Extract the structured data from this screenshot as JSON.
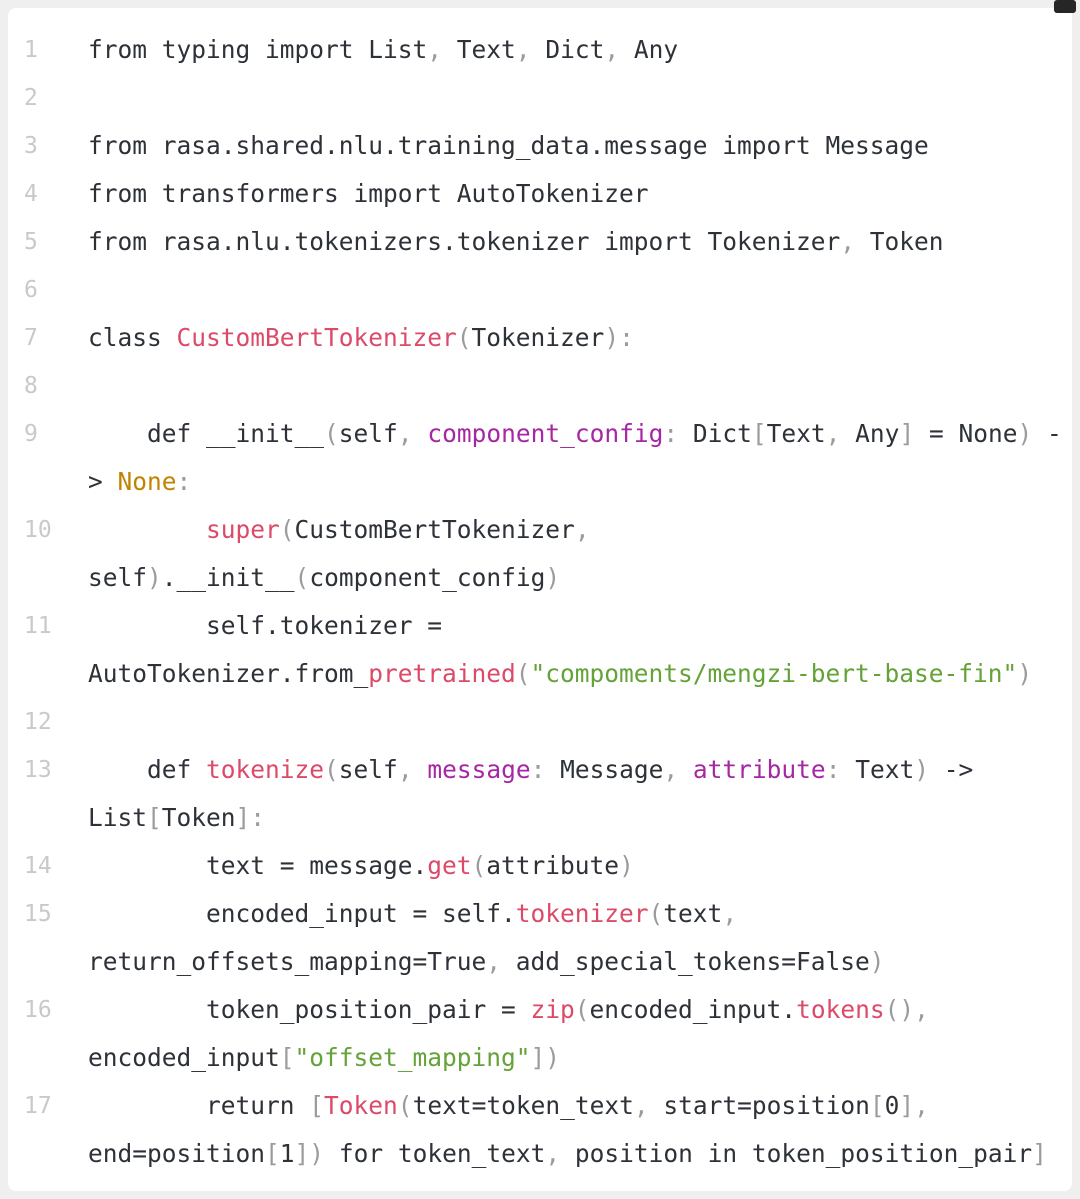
{
  "page": {
    "background": "#efefef",
    "panel_background": "#ffffff"
  },
  "syntax_colors": {
    "plain": "#2d3138",
    "function": "#dd4a68",
    "parameter": "#a626a4",
    "string": "#64a338",
    "punctuation": "#9b9b9b",
    "constant": "#c18401",
    "line_number": "#c9c9c9",
    "corner_marker": "#262626"
  },
  "code": {
    "lines": [
      {
        "num": "1",
        "segments": [
          [
            "plain",
            "from typing import List"
          ],
          [
            "punctuation",
            ","
          ],
          [
            "plain",
            " Text"
          ],
          [
            "punctuation",
            ","
          ],
          [
            "plain",
            " Dict"
          ],
          [
            "punctuation",
            ","
          ],
          [
            "plain",
            " Any"
          ]
        ]
      },
      {
        "num": "2",
        "segments": []
      },
      {
        "num": "3",
        "segments": [
          [
            "plain",
            "from rasa.shared.nlu.training_data.message import Message"
          ]
        ]
      },
      {
        "num": "4",
        "segments": [
          [
            "plain",
            "from transformers import AutoTokenizer"
          ]
        ]
      },
      {
        "num": "5",
        "segments": [
          [
            "plain",
            "from rasa.nlu.tokenizers.tokenizer import Tokenizer"
          ],
          [
            "punctuation",
            ","
          ],
          [
            "plain",
            " Token"
          ]
        ]
      },
      {
        "num": "6",
        "segments": []
      },
      {
        "num": "7",
        "segments": [
          [
            "plain",
            "class "
          ],
          [
            "function",
            "CustomBertTokenizer"
          ],
          [
            "punctuation",
            "("
          ],
          [
            "plain",
            "Tokenizer"
          ],
          [
            "punctuation",
            "):"
          ]
        ]
      },
      {
        "num": "8",
        "segments": []
      },
      {
        "num": "9",
        "segments": [
          [
            "plain",
            "    def __init__"
          ],
          [
            "punctuation",
            "("
          ],
          [
            "plain",
            "self"
          ],
          [
            "punctuation",
            ","
          ],
          [
            "plain",
            " "
          ],
          [
            "parameter",
            "component_config"
          ],
          [
            "punctuation",
            ":"
          ],
          [
            "plain",
            " Dict"
          ],
          [
            "punctuation",
            "["
          ],
          [
            "plain",
            "Text"
          ],
          [
            "punctuation",
            ","
          ],
          [
            "plain",
            " Any"
          ],
          [
            "punctuation",
            "]"
          ],
          [
            "plain",
            " = None"
          ],
          [
            "punctuation",
            ")"
          ],
          [
            "plain",
            " -"
          ]
        ]
      },
      {
        "num": "",
        "segments": [
          [
            "plain",
            "> "
          ],
          [
            "constant",
            "None"
          ],
          [
            "punctuation",
            ":"
          ]
        ]
      },
      {
        "num": "10",
        "segments": [
          [
            "plain",
            "        "
          ],
          [
            "function",
            "super"
          ],
          [
            "punctuation",
            "("
          ],
          [
            "plain",
            "CustomBertTokenizer"
          ],
          [
            "punctuation",
            ","
          ]
        ]
      },
      {
        "num": "",
        "segments": [
          [
            "plain",
            "self"
          ],
          [
            "punctuation",
            ")"
          ],
          [
            "plain",
            ".__init__"
          ],
          [
            "punctuation",
            "("
          ],
          [
            "plain",
            "component_config"
          ],
          [
            "punctuation",
            ")"
          ]
        ]
      },
      {
        "num": "11",
        "segments": [
          [
            "plain",
            "        self.tokenizer ="
          ]
        ]
      },
      {
        "num": "",
        "segments": [
          [
            "plain",
            "AutoTokenizer.from_"
          ],
          [
            "function",
            "pretrained"
          ],
          [
            "punctuation",
            "("
          ],
          [
            "string",
            "\"compoments/mengzi-bert-base-fin\""
          ],
          [
            "punctuation",
            ")"
          ]
        ]
      },
      {
        "num": "12",
        "segments": []
      },
      {
        "num": "13",
        "segments": [
          [
            "plain",
            "    def "
          ],
          [
            "function",
            "tokenize"
          ],
          [
            "punctuation",
            "("
          ],
          [
            "plain",
            "self"
          ],
          [
            "punctuation",
            ","
          ],
          [
            "plain",
            " "
          ],
          [
            "parameter",
            "message"
          ],
          [
            "punctuation",
            ":"
          ],
          [
            "plain",
            " Message"
          ],
          [
            "punctuation",
            ","
          ],
          [
            "plain",
            " "
          ],
          [
            "parameter",
            "attribute"
          ],
          [
            "punctuation",
            ":"
          ],
          [
            "plain",
            " Text"
          ],
          [
            "punctuation",
            ")"
          ],
          [
            "plain",
            " ->"
          ]
        ]
      },
      {
        "num": "",
        "segments": [
          [
            "plain",
            "List"
          ],
          [
            "punctuation",
            "["
          ],
          [
            "plain",
            "Token"
          ],
          [
            "punctuation",
            "]:"
          ]
        ]
      },
      {
        "num": "14",
        "segments": [
          [
            "plain",
            "        text = message."
          ],
          [
            "function",
            "get"
          ],
          [
            "punctuation",
            "("
          ],
          [
            "plain",
            "attribute"
          ],
          [
            "punctuation",
            ")"
          ]
        ]
      },
      {
        "num": "15",
        "segments": [
          [
            "plain",
            "        encoded_input = self."
          ],
          [
            "function",
            "tokenizer"
          ],
          [
            "punctuation",
            "("
          ],
          [
            "plain",
            "text"
          ],
          [
            "punctuation",
            ","
          ]
        ]
      },
      {
        "num": "",
        "segments": [
          [
            "plain",
            "return_offsets_mapping=True"
          ],
          [
            "punctuation",
            ","
          ],
          [
            "plain",
            " add_special_tokens=False"
          ],
          [
            "punctuation",
            ")"
          ]
        ]
      },
      {
        "num": "16",
        "segments": [
          [
            "plain",
            "        token_position_pair = "
          ],
          [
            "function",
            "zip"
          ],
          [
            "punctuation",
            "("
          ],
          [
            "plain",
            "encoded_input."
          ],
          [
            "function",
            "tokens"
          ],
          [
            "punctuation",
            "(),"
          ]
        ]
      },
      {
        "num": "",
        "segments": [
          [
            "plain",
            "encoded_input"
          ],
          [
            "punctuation",
            "["
          ],
          [
            "string",
            "\"offset_mapping\""
          ],
          [
            "punctuation",
            "])"
          ]
        ]
      },
      {
        "num": "17",
        "segments": [
          [
            "plain",
            "        return "
          ],
          [
            "punctuation",
            "["
          ],
          [
            "function",
            "Token"
          ],
          [
            "punctuation",
            "("
          ],
          [
            "plain",
            "text=token_text"
          ],
          [
            "punctuation",
            ","
          ],
          [
            "plain",
            " start=position"
          ],
          [
            "punctuation",
            "["
          ],
          [
            "plain",
            "0"
          ],
          [
            "punctuation",
            "],"
          ]
        ]
      },
      {
        "num": "",
        "segments": [
          [
            "plain",
            "end=position"
          ],
          [
            "punctuation",
            "["
          ],
          [
            "plain",
            "1"
          ],
          [
            "punctuation",
            "])"
          ],
          [
            "plain",
            " for token_text"
          ],
          [
            "punctuation",
            ","
          ],
          [
            "plain",
            " position in token_position_pair"
          ],
          [
            "punctuation",
            "]"
          ]
        ]
      }
    ]
  }
}
